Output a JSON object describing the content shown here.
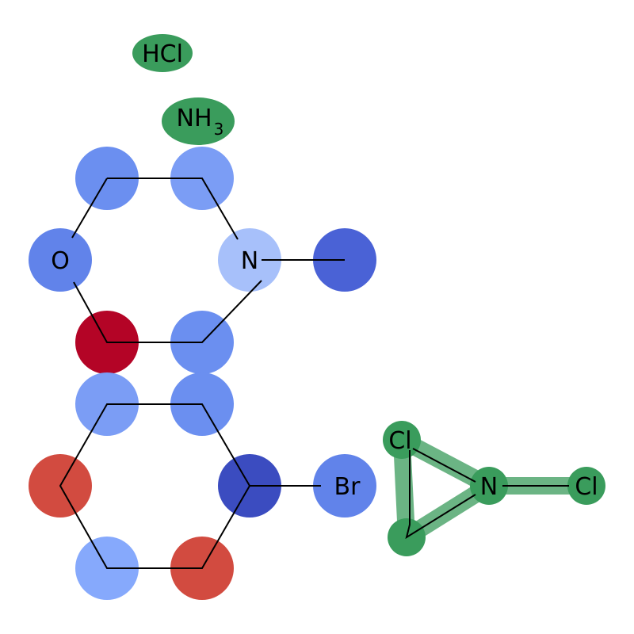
{
  "reagents": {
    "hcl": {
      "label": "HCl",
      "color": "#3a9c5c"
    },
    "ammonia": {
      "label": "NH",
      "subscript": "3",
      "color": "#3a9c5c"
    }
  },
  "morpholine_fragment": {
    "atoms": [
      {
        "id": "c_top_left",
        "label": "",
        "color": "#6b8ff0"
      },
      {
        "id": "c_top_right",
        "label": "",
        "color": "#7b9df5"
      },
      {
        "id": "o",
        "label": "O",
        "color": "#6183ea"
      },
      {
        "id": "n",
        "label": "N",
        "color": "#a7c0fa"
      },
      {
        "id": "c_methyl",
        "label": "",
        "color": "#4a62d6"
      },
      {
        "id": "c_bottom_left",
        "label": "",
        "color": "#b40426"
      },
      {
        "id": "c_bottom_right",
        "label": "",
        "color": "#6b8ff0"
      }
    ]
  },
  "bromobenzene_fragment": {
    "atoms": [
      {
        "id": "c_top_left",
        "label": "",
        "color": "#7b9df5"
      },
      {
        "id": "c_top_right",
        "label": "",
        "color": "#6b8ff0"
      },
      {
        "id": "c_left",
        "label": "",
        "color": "#d24b40"
      },
      {
        "id": "c_ipso",
        "label": "",
        "color": "#3b4cc0"
      },
      {
        "id": "br",
        "label": "Br",
        "color": "#6183ea"
      },
      {
        "id": "c_bottom_left",
        "label": "",
        "color": "#86a9fc"
      },
      {
        "id": "c_bottom_right",
        "label": "",
        "color": "#d24b40"
      }
    ]
  },
  "chloramine_fragment": {
    "highlight_color": "#3a9c5c",
    "atoms": [
      {
        "id": "cl_top",
        "label": "Cl"
      },
      {
        "id": "n",
        "label": "N"
      },
      {
        "id": "cl_right",
        "label": "Cl"
      },
      {
        "id": "c_bottom",
        "label": ""
      }
    ]
  }
}
